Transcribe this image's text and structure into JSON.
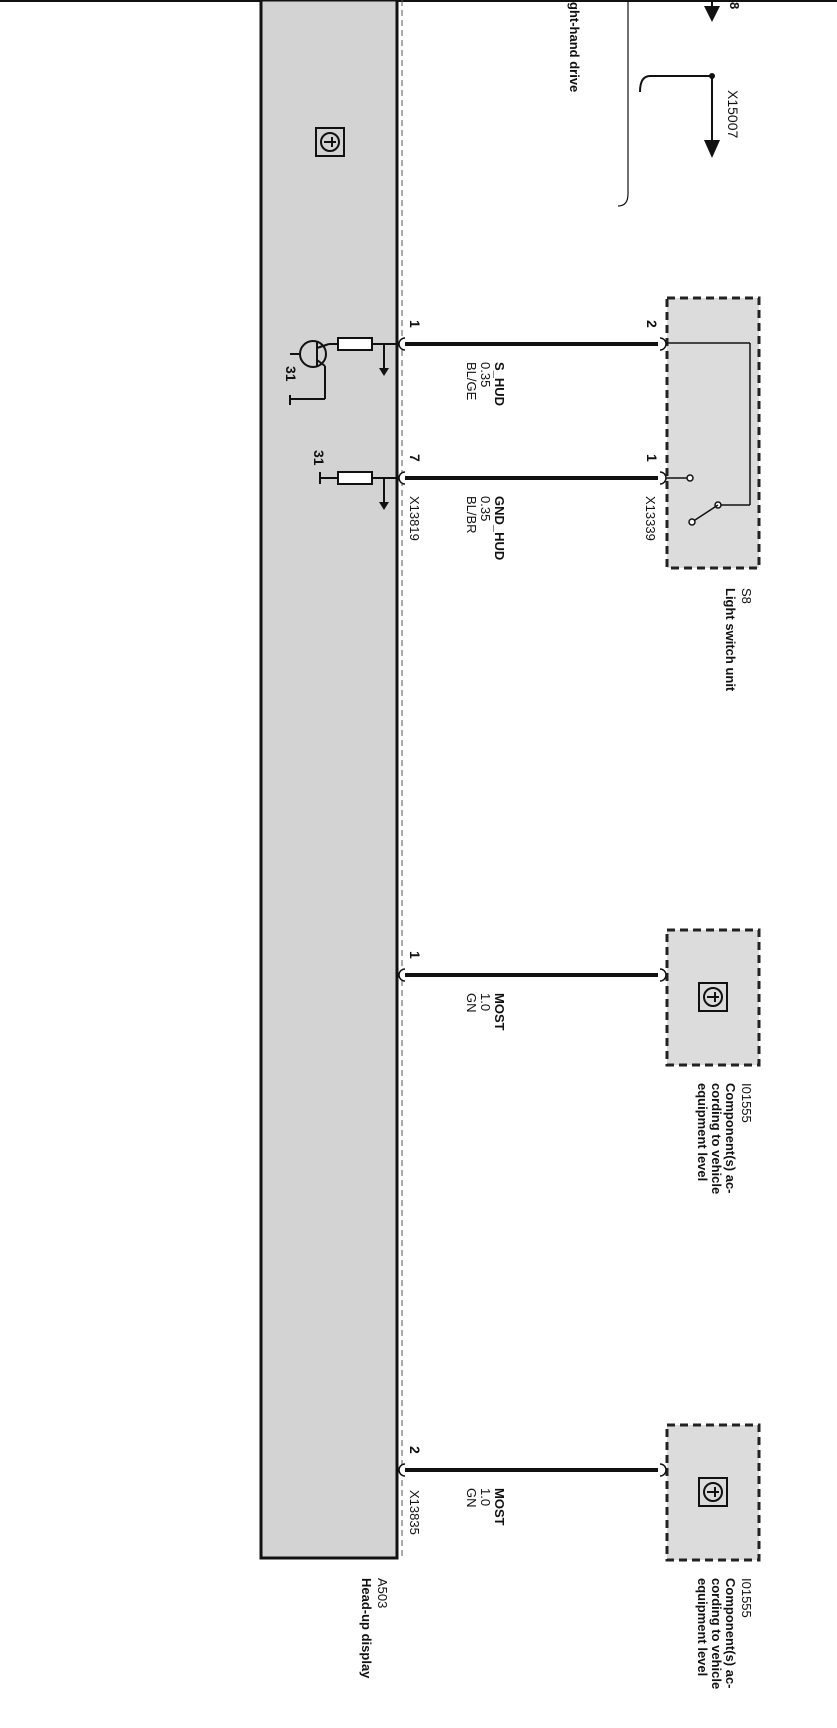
{
  "top": {
    "fragment_pin": "8",
    "partial_label": "ght-hand drive",
    "connector": "X15007"
  },
  "module": {
    "id": "A503",
    "name": "Head-up display",
    "ground": "31"
  },
  "switch_unit": {
    "id": "S8",
    "name": "Light switch unit",
    "connector": "X13339"
  },
  "wires": [
    {
      "signal": "S_HUD",
      "gauge": "0.35",
      "color": "BL/GE",
      "module_pin": "1",
      "component_pin": "2",
      "module_connector": "",
      "ground": "31"
    },
    {
      "signal": "GND_HUD",
      "gauge": "0.35",
      "color": "BL/BR",
      "module_pin": "7",
      "component_pin": "1",
      "module_connector": "X13819",
      "ground": "31"
    },
    {
      "signal": "MOST",
      "gauge": "1.0",
      "color": "GN",
      "module_pin": "1",
      "component_pin": "",
      "module_connector": ""
    },
    {
      "signal": "MOST",
      "gauge": "1.0",
      "color": "GN",
      "module_pin": "2",
      "component_pin": "",
      "module_connector": "X13835"
    }
  ],
  "components": [
    {
      "id": "I01555",
      "desc_line1": "Component(s) ac-",
      "desc_line2": "cording to vehicle",
      "desc_line3": "equipment level"
    },
    {
      "id": "I01555",
      "desc_line1": "Component(s) ac-",
      "desc_line2": "cording to vehicle",
      "desc_line3": "equipment level"
    }
  ],
  "colors": {
    "module_fill": "#d3d3d3",
    "line": "#111111"
  }
}
